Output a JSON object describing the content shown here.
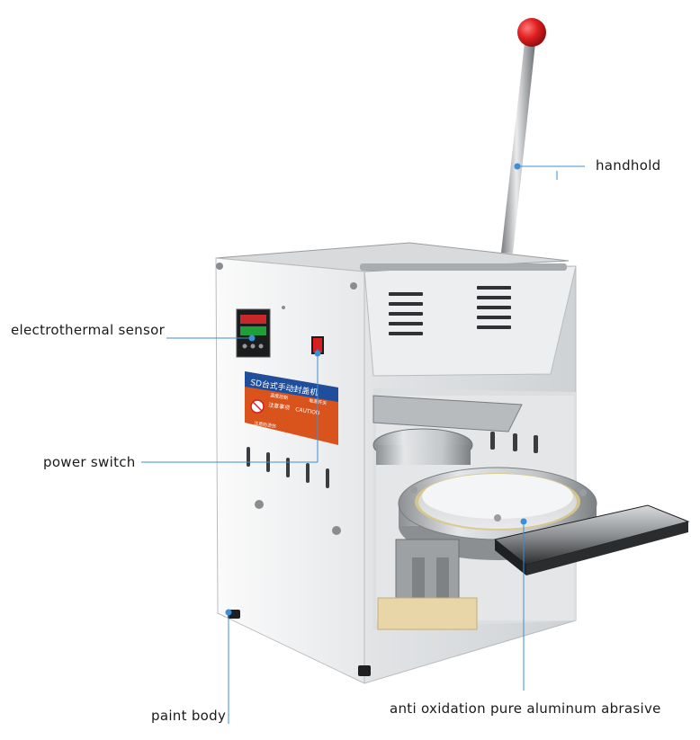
{
  "labels": {
    "handhold": "handhold",
    "electrothermal_sensor": "electrothermal sensor",
    "power_switch": "power switch",
    "paint_body": "paint body",
    "abrasive": "anti oxidation pure aluminum abrasive"
  },
  "panel": {
    "title": "SD台式手动封盖机",
    "warning_left": "注意事项",
    "caution": "CAUTION",
    "sub_left": "温度控制",
    "sub_right": "电源开关",
    "sub_mid": "注意防烫伤"
  },
  "colors": {
    "callout_line": "#3a8fd6",
    "handle_ball": "#e02020",
    "body": "#f2f3f4",
    "panel_blue": "#1f4e9c",
    "panel_orange": "#d9541c",
    "switch_red": "#d81e1e"
  }
}
